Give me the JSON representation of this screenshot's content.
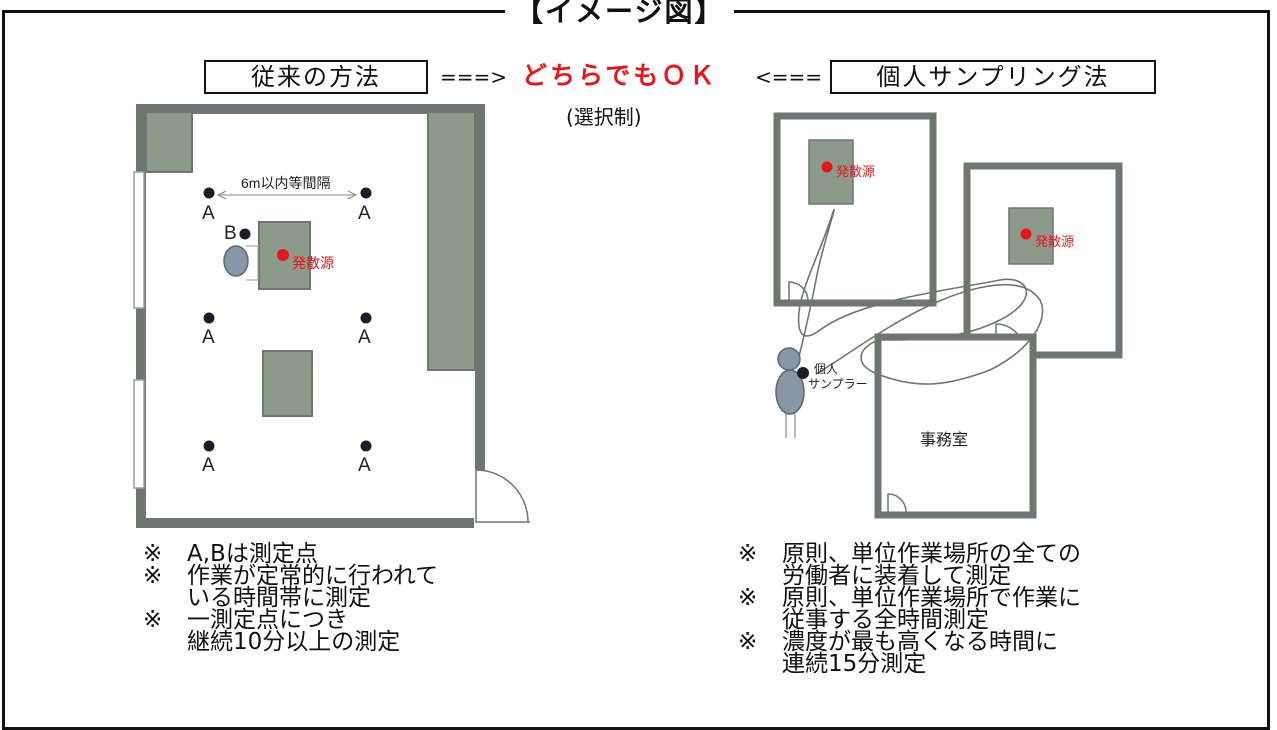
{
  "title": "【イメージ図】",
  "header": {
    "left_label": "従来の方法",
    "arrow_right": "===>",
    "center_label": "どちらでもＯＫ",
    "arrow_left": "<===",
    "right_label": "個人サンプリング法",
    "selection_note": "(選択制)"
  },
  "left_diagram": {
    "distance_label": "6m以内等間隔",
    "point_a": "A",
    "point_b": "B",
    "source_label": "発散源"
  },
  "right_diagram": {
    "source_label": "発散源",
    "sampler_line1": "個人",
    "sampler_line2": "サンプラー",
    "office_label": "事務室"
  },
  "left_notes": [
    {
      "mark": "※",
      "text": "A,Bは測定点"
    },
    {
      "mark": "※",
      "text": "作業が定常的に行われて\nいる時間帯に測定"
    },
    {
      "mark": "※",
      "text": "一測定点につき\n継続10分以上の測定"
    }
  ],
  "right_notes": [
    {
      "mark": "※",
      "text": "原則、単位作業場所の全ての\n労働者に装着して測定"
    },
    {
      "mark": "※",
      "text": "原則、単位作業場所で作業に\n従事する全時間測定"
    },
    {
      "mark": "※",
      "text": "濃度が最も高くなる時間に\n連続15分測定"
    }
  ],
  "colors": {
    "wall": "#6e776f",
    "block": "#8b9a8b",
    "source": "#e8141b",
    "worker": "#8797a8",
    "point": "#1c1c2a"
  }
}
